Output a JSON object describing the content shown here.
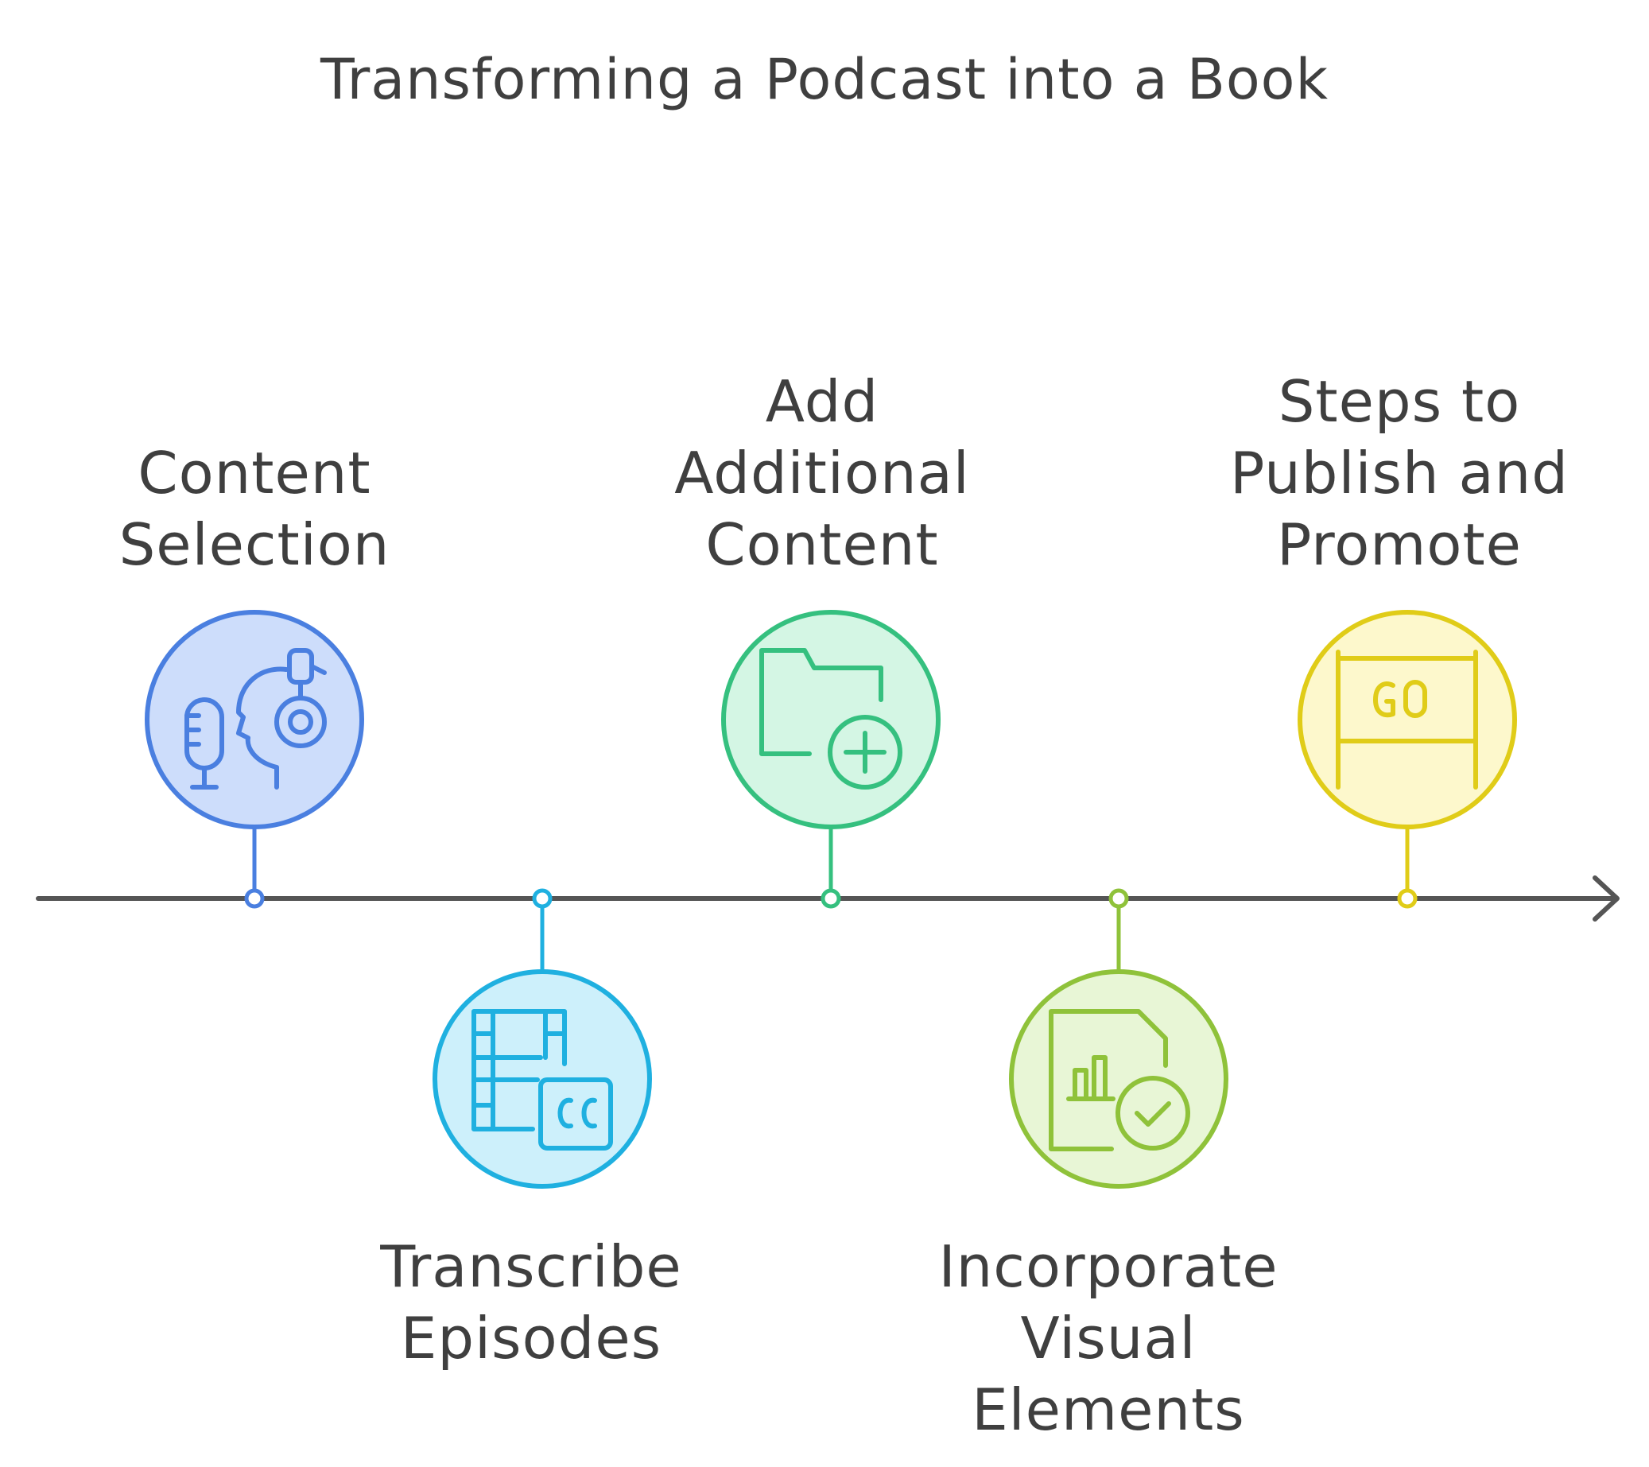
{
  "title": "Transforming a Podcast into a Book",
  "colors": {
    "axis": "#555555",
    "text": "#3f3f3f"
  },
  "steps": [
    {
      "lines": [
        "Content",
        "Selection"
      ],
      "icon": "podcast-headset-icon",
      "position": "above",
      "stroke": "#4a7fe0",
      "fill": "#cdddfb"
    },
    {
      "lines": [
        "Transcribe",
        "Episodes"
      ],
      "icon": "film-captions-icon",
      "position": "below",
      "stroke": "#1fb0e0",
      "fill": "#cdf0fb"
    },
    {
      "lines": [
        "Add",
        "Additional",
        "Content"
      ],
      "icon": "folder-plus-icon",
      "position": "above",
      "stroke": "#35c07f",
      "fill": "#d4f6e4"
    },
    {
      "lines": [
        "Incorporate",
        "Visual",
        "Elements"
      ],
      "icon": "document-chart-check-icon",
      "position": "below",
      "stroke": "#8fc23a",
      "fill": "#e8f6d6"
    },
    {
      "lines": [
        "Steps to",
        "Publish and",
        "Promote"
      ],
      "icon": "go-sign-icon",
      "position": "above",
      "stroke": "#e0cc18",
      "fill": "#fdf8cc"
    }
  ]
}
